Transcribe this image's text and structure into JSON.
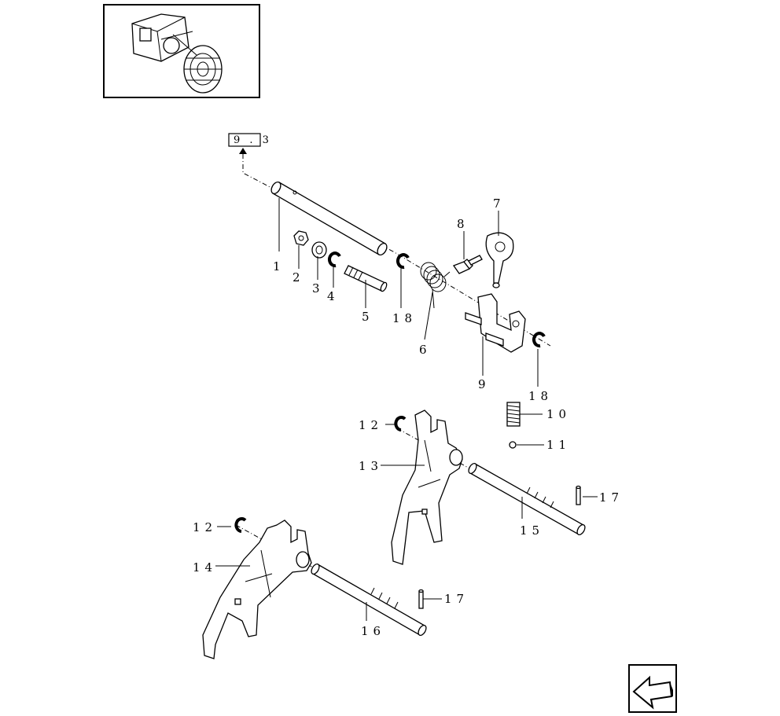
{
  "reference": {
    "label": "9 . 3"
  },
  "callouts": {
    "c1": "1",
    "c2": "2",
    "c3": "3",
    "c4": "4",
    "c5": "5",
    "c6": "6",
    "c7": "7",
    "c8": "8",
    "c9": "9",
    "c10": "10",
    "c11": "11",
    "c12a": "12",
    "c12b": "12",
    "c13": "13",
    "c14": "14",
    "c15": "15",
    "c16": "16",
    "c17a": "17",
    "c17b": "17",
    "c18a": "18",
    "c18b": "18"
  },
  "icons": {
    "thumbnail": "tractor-transmission-thumbnail-icon",
    "next_page": "next-page-arrow-icon"
  }
}
